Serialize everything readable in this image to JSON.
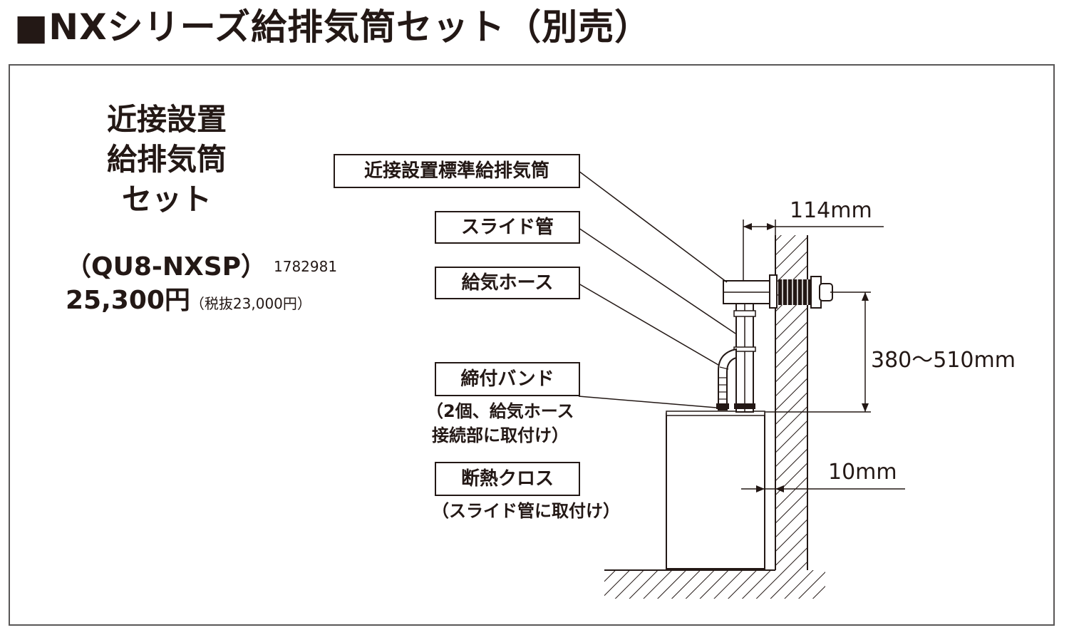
{
  "title": "■NXシリーズ給排気筒セット（別売）",
  "product": {
    "name_lines": [
      "近接設置",
      "給排気筒",
      "セット"
    ],
    "model": "（QU8-NXSP）",
    "code": "1782981",
    "price_main": "25,300円",
    "price_note": "（税抜23,000円）"
  },
  "labels": {
    "standard_pipe": "近接設置標準給排気筒",
    "slide_pipe": "スライド管",
    "air_hose": "給気ホース",
    "band": "締付バンド",
    "band_note_1": "（2個、給気ホース",
    "band_note_2": "接続部に取付け）",
    "cloth": "断熱クロス",
    "cloth_note": "（スライド管に取付け）"
  },
  "dimensions": {
    "wall_offset": "114mm",
    "height_range": "380～510mm",
    "gap": "10mm"
  }
}
